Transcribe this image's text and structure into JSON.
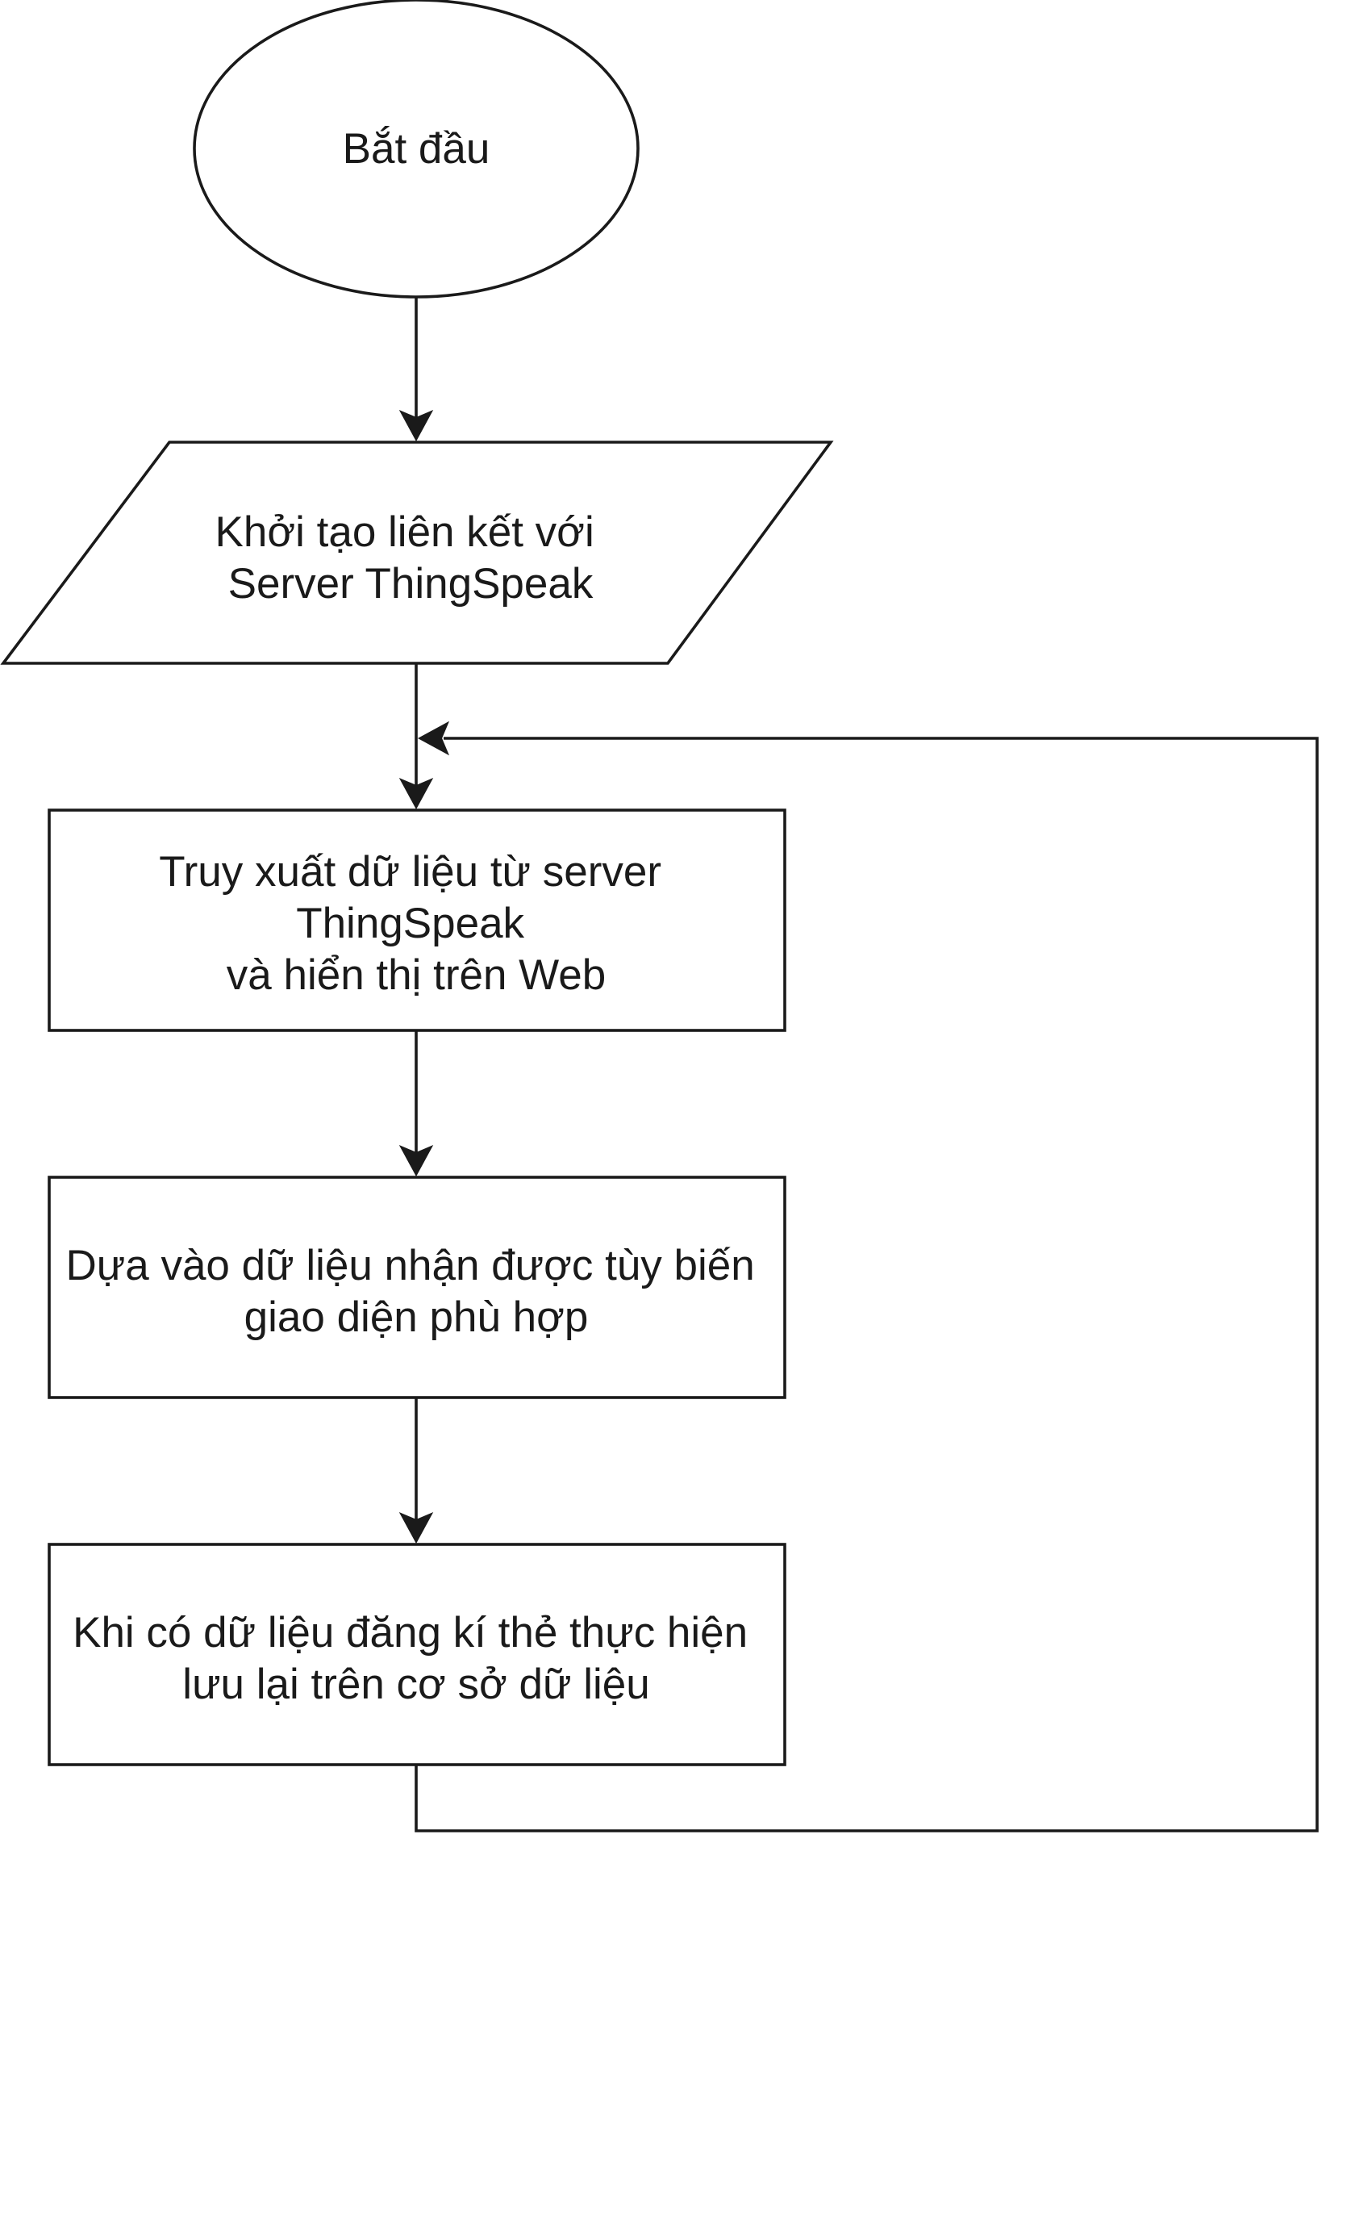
{
  "diagram": {
    "nodes": {
      "start": {
        "shape": "ellipse",
        "lines": [
          "Bắt đầu"
        ]
      },
      "init": {
        "shape": "parallelogram",
        "lines": [
          "Khởi tạo liên kết với",
          "Server ThingSpeak"
        ]
      },
      "retrieve": {
        "shape": "rectangle",
        "lines": [
          "Truy xuất dữ liệu từ server",
          "ThingSpeak",
          "và hiển thị trên Web"
        ]
      },
      "customize": {
        "shape": "rectangle",
        "lines": [
          "Dựa vào dữ liệu nhận được tùy biến",
          "giao diện phù hợp"
        ]
      },
      "save": {
        "shape": "rectangle",
        "lines": [
          "Khi có dữ liệu đăng kí thẻ thực hiện",
          "lưu lại trên cơ sở dữ liệu"
        ]
      }
    },
    "edges": [
      {
        "from": "start",
        "to": "init"
      },
      {
        "from": "init",
        "to": "retrieve"
      },
      {
        "from": "retrieve",
        "to": "customize"
      },
      {
        "from": "customize",
        "to": "save"
      },
      {
        "from": "save",
        "to": "retrieve",
        "type": "loop-back"
      }
    ],
    "colors": {
      "stroke": "#1a1a1a",
      "fill": "#ffffff",
      "text": "#1a1a1a"
    }
  }
}
